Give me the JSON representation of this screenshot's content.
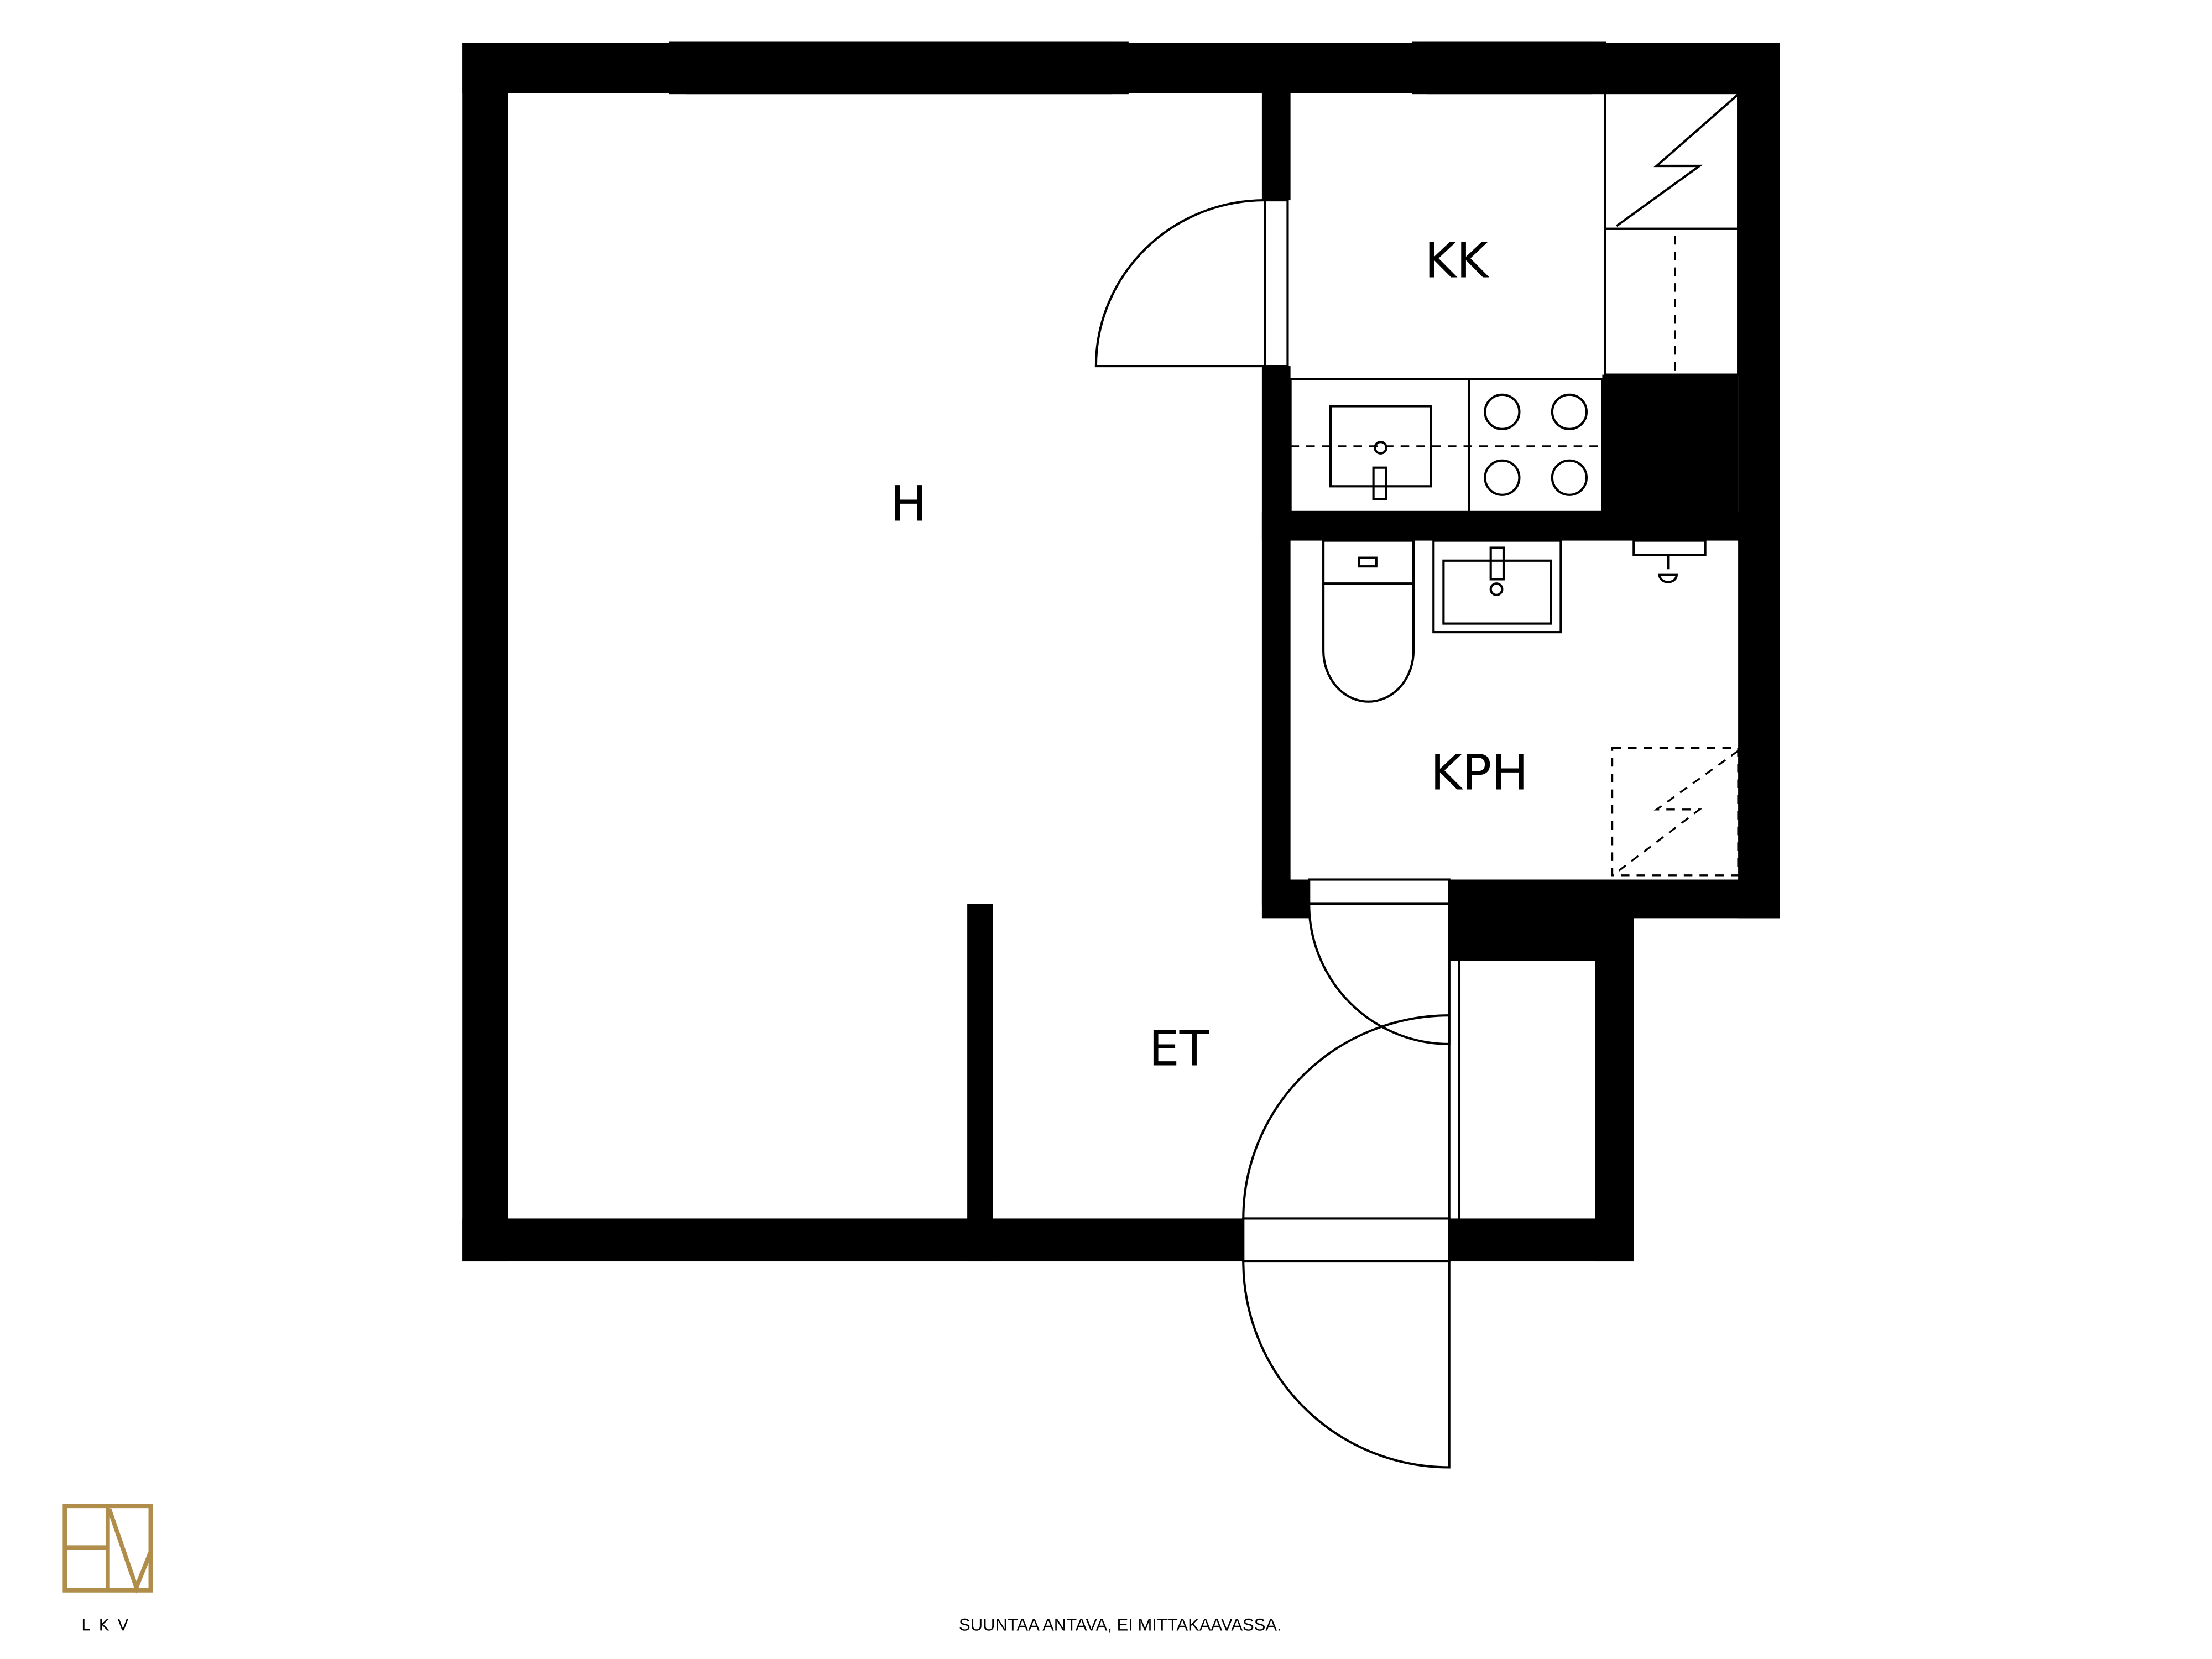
{
  "rooms": {
    "living": "H",
    "kitchen": "KK",
    "bathroom": "KPH",
    "hallway": "ET"
  },
  "footer": {
    "disclaimer": "SUUNTAA ANTAVA, EI MITTAKAAVASSA."
  },
  "logo": {
    "text": "LKV",
    "color": "#b08d4a"
  }
}
